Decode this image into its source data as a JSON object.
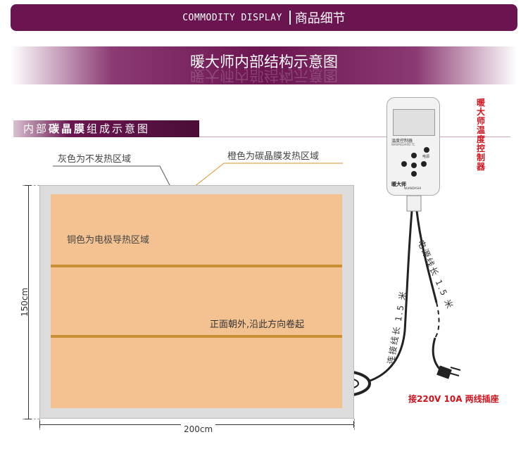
{
  "header": {
    "en": "COMMODITY DISPLAY",
    "cn": "商品细节"
  },
  "banner": {
    "title": "暖大师内部结构示意图"
  },
  "subtitle": {
    "prefix": "内部",
    "bold": "碳晶膜",
    "suffix": "组成示意图"
  },
  "labels": {
    "gray_zone": "灰色为不发热区域",
    "orange_zone": "橙色为碳晶膜发热区域",
    "copper_zone": "铜色为电极导热区域",
    "roll_direction": "正面朝外,沿此方向卷起"
  },
  "dimensions": {
    "height": "150cm",
    "width": "200cm"
  },
  "controller": {
    "name_vertical": "暖大师温度控制器",
    "device_title": "温度控制器",
    "device_model": "WARMGUARD TC",
    "power_label": "电源",
    "brand": "暖大师",
    "brand_en": "NUANDASHI",
    "power_cable": "电源线长 1.5 米",
    "connect_cable": "连接线长 1.5 米",
    "plug_note": "接220V 10A 两线插座"
  },
  "colors": {
    "header": "#6b1550",
    "mat_border": "#dcdcdc",
    "mat_heating": "#f4c291",
    "electrode": "#c79032",
    "accent_red": "#d4101b"
  }
}
